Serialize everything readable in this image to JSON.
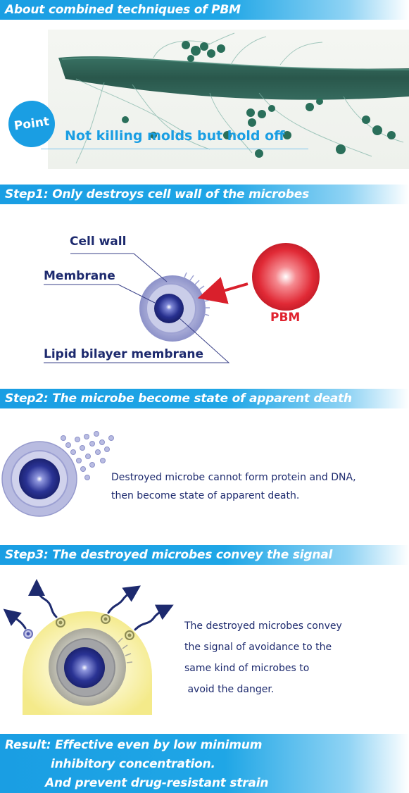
{
  "header": {
    "title": "About combined techniques of PBM"
  },
  "point": {
    "badge": "Point",
    "text": "Not killing molds but hold off"
  },
  "step1": {
    "title": "Step1: Only destroys cell wall of the microbes",
    "labels": {
      "cell_wall": "Cell wall",
      "membrane": "Membrane",
      "lipid": "Lipid bilayer membrane",
      "pbm": "PBM"
    }
  },
  "step2": {
    "title": "Step2: The microbe become state of apparent death",
    "text": [
      "Destroyed microbe cannot form protein and DNA,",
      "then become state of apparent death."
    ]
  },
  "step3": {
    "title": "Step3: The destroyed microbes convey the signal",
    "text": [
      "The destroyed microbes convey",
      "the signal of avoidance to the",
      "same kind of microbes to",
      " avoid the danger."
    ]
  },
  "result": {
    "lines": [
      "Result: Effective even by low minimum",
      "inhibitory concentration.",
      "And prevent drug-resistant strain"
    ]
  },
  "colors": {
    "accent_blue": "#1a9ee3",
    "navy": "#1d2a6e",
    "pbm_red": "#e0232f",
    "glow_yellow": "#f7f1a0"
  }
}
